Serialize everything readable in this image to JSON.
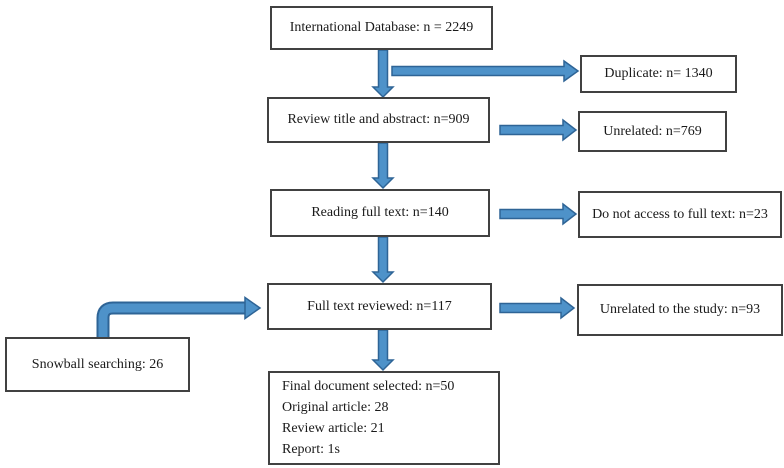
{
  "diagram": {
    "type": "flowchart",
    "boxes": {
      "international": {
        "label": "International Database: n = 2249"
      },
      "duplicate": {
        "label": "Duplicate: n= 1340"
      },
      "review_title": {
        "label": "Review title and abstract: n=909"
      },
      "unrelated": {
        "label": "Unrelated: n=769"
      },
      "reading": {
        "label": "Reading full text: n=140"
      },
      "no_access": {
        "label": "Do not access to full text: n=23"
      },
      "full_text": {
        "label": "Full text reviewed: n=117"
      },
      "unrelated_study": {
        "label": "Unrelated to the study: n=93"
      },
      "snowball": {
        "label": "Snowball searching: 26"
      },
      "final": {
        "lines": [
          "Final document selected: n=50",
          "Original article: 28",
          "Review article: 21",
          "Report: 1s"
        ]
      }
    },
    "colors": {
      "arrow_fill": "#4e92c9",
      "arrow_stroke": "#2e6496",
      "box_border": "#414141",
      "text": "#1a1a1a",
      "background": "#ffffff"
    }
  }
}
